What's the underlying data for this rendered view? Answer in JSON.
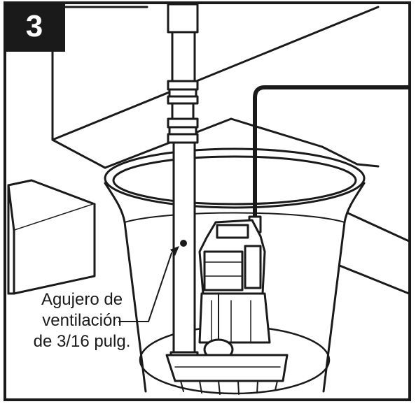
{
  "step": {
    "number": "3"
  },
  "callout": {
    "lines": [
      "Agujero de",
      "ventilación",
      "de 3/16 pulg."
    ]
  },
  "colors": {
    "ink": "#1a1a1a",
    "paper": "#ffffff"
  },
  "icons": [
    "sump-pump-illustration",
    "discharge-pipe",
    "power-cord",
    "sump-basin",
    "vent-hole-marker",
    "callout-arrow"
  ]
}
